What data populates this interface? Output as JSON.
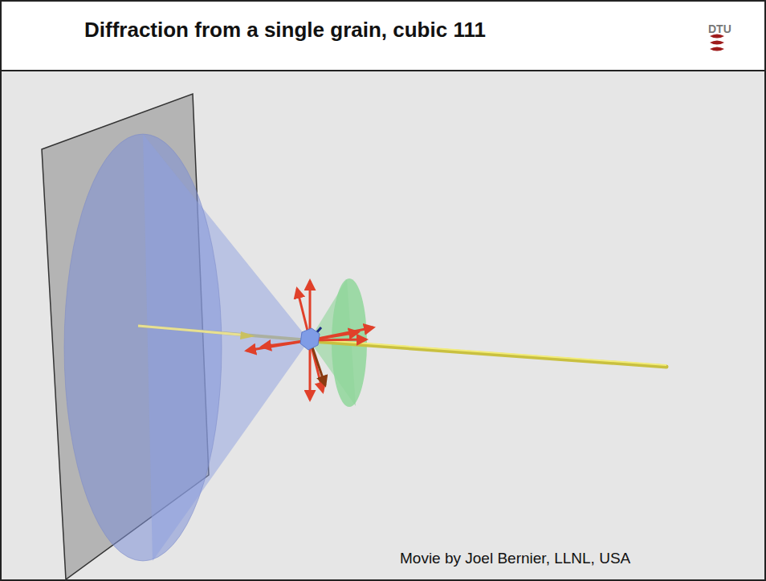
{
  "diagram": {
    "title": "Diffraction from a single grain, cubic 111",
    "labels": [
      "DTU",
      "Movie by Joel Bernier, LLNL, USA"
    ]
  }
}
